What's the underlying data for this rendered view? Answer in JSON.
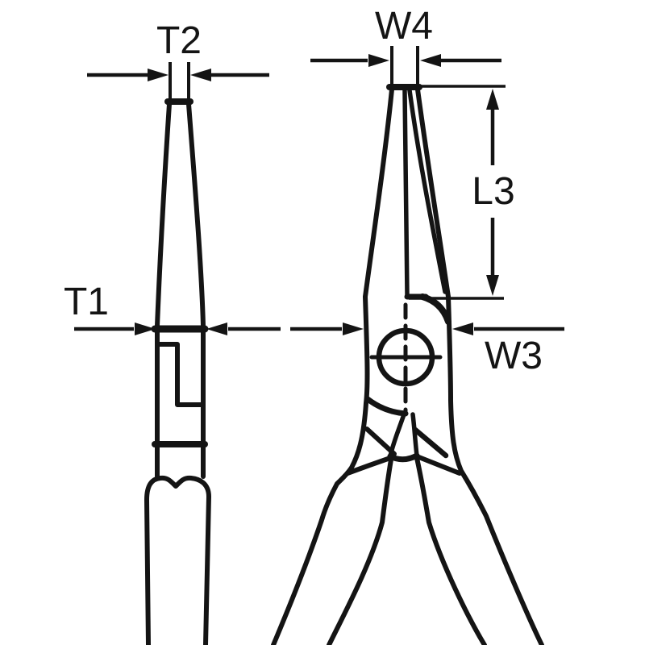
{
  "meta": {
    "background": "#ffffff",
    "ink": "#141414"
  },
  "labels": {
    "t2": "T2",
    "t1": "T1",
    "w4": "W4",
    "l3": "L3",
    "w3": "W3"
  }
}
